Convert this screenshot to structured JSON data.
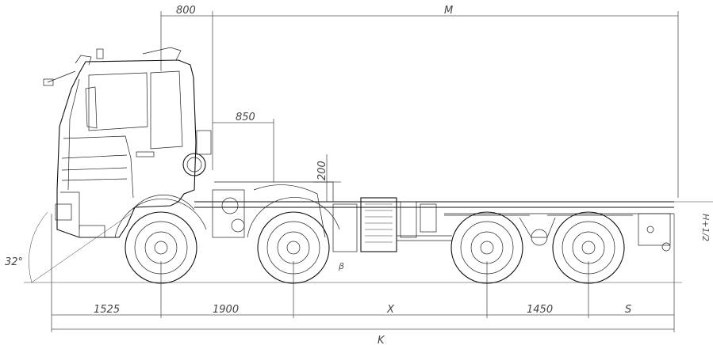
{
  "dimensions": {
    "cab_front_overhang": "800",
    "m": "M",
    "body_offset": "850",
    "frame_height": "200",
    "front_overhang": "1525",
    "axle_1_2": "1900",
    "x": "X",
    "axle_3_4": "1450",
    "rear_overhang": "S",
    "total_length": "K",
    "approach_angle": "32°",
    "departure_angle": "β",
    "height_label": "H+1/2"
  }
}
